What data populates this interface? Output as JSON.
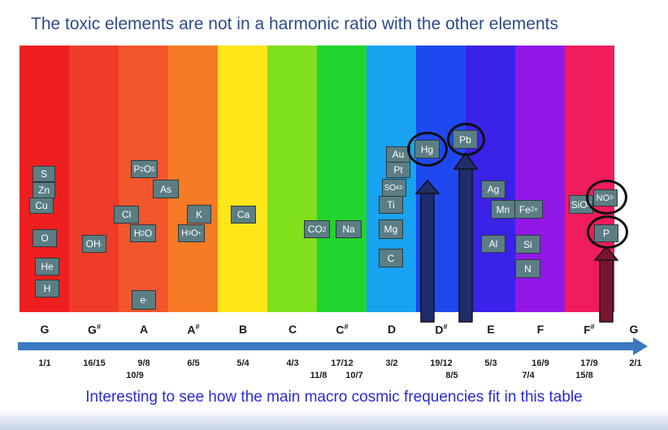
{
  "title": "The toxic elements are not in a harmonic ratio with the other elements",
  "footer": "Interesting to see how the main macro cosmic frequencies fit in this table",
  "colors": {
    "bands": [
      "#f01f1f",
      "#ef3b2a",
      "#f4562c",
      "#f77a24",
      "#ffe619",
      "#7fe11c",
      "#21d52e",
      "#18a3f0",
      "#1f49f0",
      "#3b22e8",
      "#9218e8",
      "#f01c5c"
    ],
    "box": "#5b7e84",
    "arrow_dark": "#1f2d6b",
    "arrow_red": "#7a1530",
    "axis": "#3a78c0"
  },
  "notes": [
    "G",
    "G#",
    "A",
    "A#",
    "B",
    "C",
    "C#",
    "D",
    "D#",
    "E",
    "F",
    "F#",
    "G"
  ],
  "ratios_top": [
    "1/1",
    "16/15",
    "9/8",
    "6/5",
    "5/4",
    "4/3",
    "17/12",
    "3/2",
    "19/12",
    "5/3",
    "16/9",
    "17/9",
    "2/1"
  ],
  "ratios_bottom": [
    "10/9",
    "11/8",
    "10/7",
    "8/5",
    "7/4",
    "15/8"
  ],
  "elements": {
    "S": "S",
    "Zn": "Zn",
    "Cu": "Cu",
    "O": "O",
    "He": "He",
    "H": "H",
    "OH": "OH",
    "OH_sup": "-",
    "P2O5": "P",
    "P2O5_sub": "2",
    "P2O5_mid": "O",
    "P2O5_sub2": "5",
    "As": "As",
    "Cl": "Cl",
    "H2O": "H",
    "H2O_sub": "2",
    "H2O_tail": "O",
    "e": "e",
    "e_sup": "-",
    "K": "K",
    "H3O": "H",
    "H3O_sub": "3",
    "H3O_mid": "O",
    "H3O_sup": "+",
    "Ca": "Ca",
    "CO2": "CO",
    "CO2_sub": "2",
    "Na": "Na",
    "Au": "Au",
    "Pt": "Pt",
    "SO4": "SO",
    "SO4_sub": "4",
    "SO4_sup": "2-",
    "Ti": "Ti",
    "Mg": "Mg",
    "C": "C",
    "Hg": "Hg",
    "Pb": "Pb",
    "Ag": "Ag",
    "Mn": "Mn",
    "Fe": "Fe",
    "Fe_sup": "2+",
    "Al": "Al",
    "Si": "Si",
    "N": "N",
    "SiO": "SiO",
    "SiO_sub": "2",
    "NO3": "NO",
    "NO3_sub": "3",
    "NO3_sup": "-",
    "P": "P"
  }
}
